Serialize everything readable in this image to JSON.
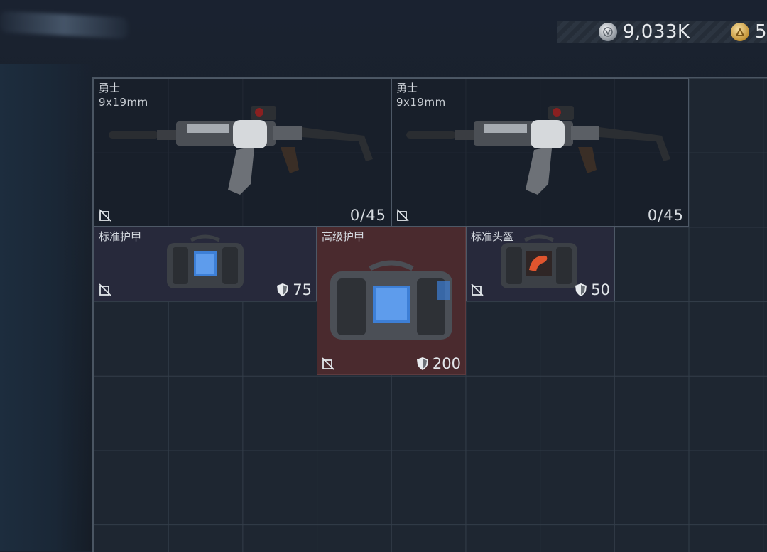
{
  "currency": {
    "silver_value": "9,033K",
    "gold_value": "5",
    "silver_icon": "silver-coin-icon",
    "gold_icon": "gold-coin-icon"
  },
  "inventory": {
    "weapons": [
      {
        "name": "勇士",
        "caliber": "9x19mm",
        "ammo": "0/45",
        "icon": "smg-icon"
      },
      {
        "name": "勇士",
        "caliber": "9x19mm",
        "ammo": "0/45",
        "icon": "smg-icon"
      }
    ],
    "armors": [
      {
        "name": "标准护甲",
        "value": "75",
        "icon": "armor-bag-icon",
        "accent": "#3d7fd6"
      },
      {
        "name": "高级护甲",
        "value": "200",
        "icon": "armor-bag-icon",
        "accent": "#3d7fd6",
        "selected": true
      },
      {
        "name": "标准头盔",
        "value": "50",
        "icon": "helmet-bag-icon",
        "accent": "#e0552e"
      }
    ]
  },
  "colors": {
    "selected_bg": "#4a2a2e",
    "armor_bg": "#27293b",
    "grid_line": "#333d49"
  }
}
